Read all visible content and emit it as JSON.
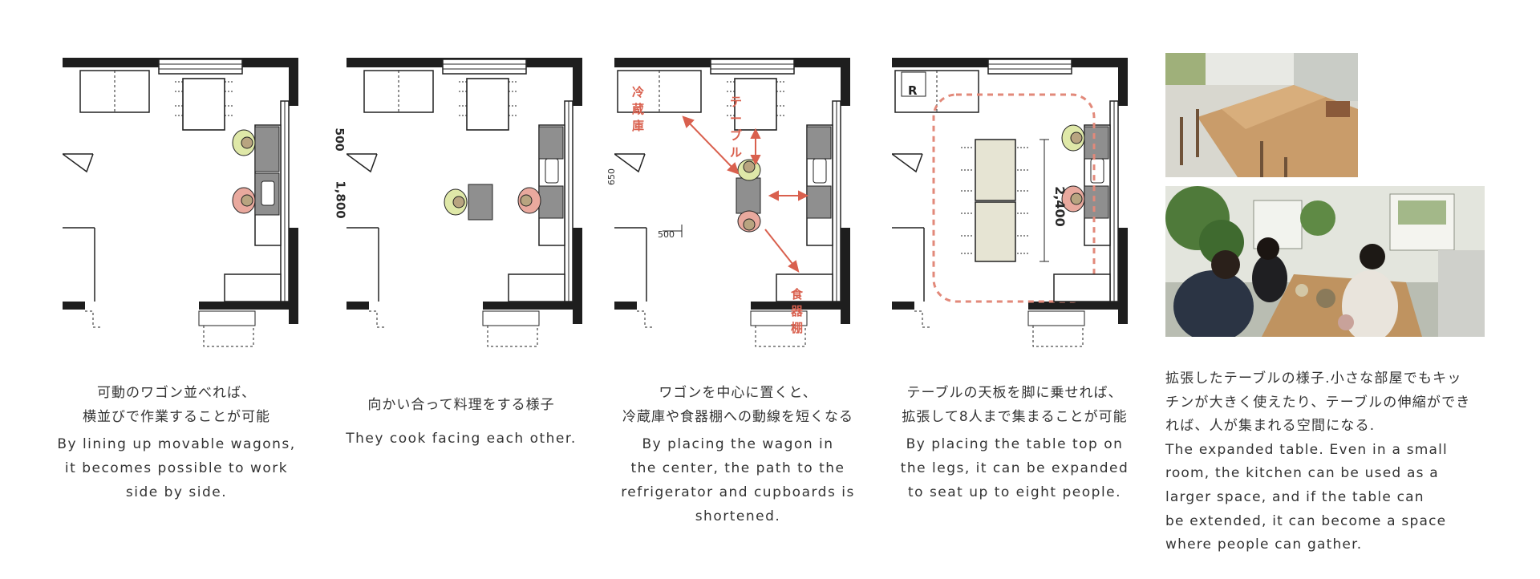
{
  "panels": [
    {
      "caption_jp": [
        "可動のワゴン並べれば、",
        "横並びで作業することが可能"
      ],
      "caption_en": [
        "By lining up movable wagons,",
        "it becomes possible to work",
        "side by side."
      ],
      "dimensions": [
        "500",
        "1,800"
      ]
    },
    {
      "caption_jp": [
        "向かい合って料理をする様子"
      ],
      "caption_en": [
        "They cook facing each other."
      ]
    },
    {
      "caption_jp": [
        "ワゴンを中心に置くと、",
        "冷蔵庫や食器棚への動線を短くなる"
      ],
      "caption_en": [
        "By placing the wagon in",
        "the center, the path to the",
        "refrigerator and cupboards is",
        "shortened."
      ],
      "labels": {
        "fridge": "冷蔵庫",
        "table": "テーブル",
        "cupboard": "食器棚"
      },
      "dimensions": [
        "650",
        "500"
      ]
    },
    {
      "caption_jp": [
        "テーブルの天板を脚に乗せれば、",
        "拡張して8人まで集まることが可能"
      ],
      "caption_en": [
        "By placing the table top on",
        "the legs, it can be expanded",
        "to seat up to eight people."
      ],
      "labels": {
        "fridge": "R"
      },
      "dimensions": [
        "2,400"
      ]
    }
  ],
  "photo_caption": [
    "拡張したテーブルの様子.小さな部屋でもキッ",
    "チンが大きく使えたり、テーブルの伸縮ができ",
    "れば、人が集まれる空間になる.",
    "The expanded table. Even in a small",
    "room, the kitchen can be used as a",
    "larger space, and if the table can",
    "be extended, it can become a space",
    "where people can gather."
  ],
  "colors": {
    "accent": "#d9604e",
    "wall": "#1e1e1e",
    "wagon": "#8f8f8f",
    "person_green": "#dfe8a8",
    "person_pink": "#e9a99e",
    "table_fill": "#e6e4d3"
  }
}
